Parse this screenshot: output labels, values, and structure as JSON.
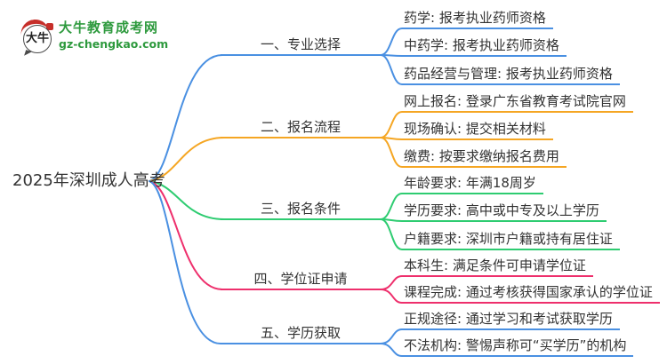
{
  "brand": {
    "name": "大牛教育成考网",
    "domain": "gz-chengkao.com",
    "logo_text": "大牛",
    "brand_color": "#2e9a3e",
    "logo_accent_color": "#c62f2a"
  },
  "root": {
    "label": "2025年深圳成人高考"
  },
  "colors": {
    "blue": "#4a90e2",
    "orange": "#f5a623",
    "green": "#2ecc71",
    "pink": "#ee2f6c"
  },
  "branches": [
    {
      "label": "一、专业选择",
      "color": "#4a90e2",
      "items": [
        "药学: 报考执业药师资格",
        "中药学: 报考执业药师资格",
        "药品经营与管理: 报考执业药师资格"
      ]
    },
    {
      "label": "二、报名流程",
      "color": "#f5a623",
      "items": [
        "网上报名: 登录广东省教育考试院官网",
        "现场确认: 提交相关材料",
        "缴费: 按要求缴纳报名费用"
      ]
    },
    {
      "label": "三、报名条件",
      "color": "#2ecc71",
      "items": [
        "年龄要求: 年满18周岁",
        "学历要求: 高中或中专及以上学历",
        "户籍要求: 深圳市户籍或持有居住证"
      ]
    },
    {
      "label": "四、学位证申请",
      "color": "#ee2f6c",
      "items": [
        "本科生: 满足条件可申请学位证",
        "课程完成: 通过考核获得国家承认的学位证"
      ]
    },
    {
      "label": "五、学历获取",
      "color": "#4a90e2",
      "items": [
        "正规途径: 通过学习和考试获取学历",
        "不法机构: 警惕声称可“买学历”的机构"
      ]
    }
  ]
}
